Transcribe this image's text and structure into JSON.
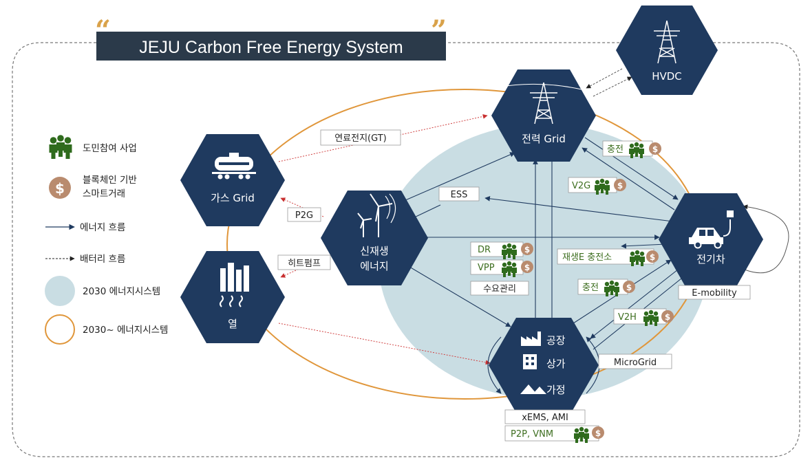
{
  "title": "JEJU Carbon Free Energy System",
  "colors": {
    "hex_fill": "#1f3a5f",
    "title_bg": "#2b3a4a",
    "ellipse_fill": "#c9dde3",
    "orange": "#e0963a",
    "green": "#2f6b1d",
    "coin": "#b98b6e",
    "flow_blue": "#1f3a5f",
    "red_dotted": "#d04040"
  },
  "nodes": {
    "hvdc": "HVDC",
    "power_grid": "전력 Grid",
    "gas_grid": "가스 Grid",
    "renewable_line1": "신재생",
    "renewable_line2": "에너지",
    "heat": "열",
    "ev": "전기차",
    "factory": "공장",
    "commerce": "상가",
    "home": "가정"
  },
  "labels": {
    "fuel_cell": "연료전지(GT)",
    "p2g": "P2G",
    "heat_pump": "히트펌프",
    "ess": "ESS",
    "demand_mgmt": "수요관리",
    "emobility": "E-mobility",
    "microgrid": "MicroGrid",
    "xems": "xEMS, AMI"
  },
  "green_tags": {
    "charge_top": "충전",
    "v2g": "V2G",
    "dr": "DR",
    "vpp": "VPP",
    "re_charging": "재생E 충전소",
    "charge_mid": "충전",
    "v2h": "V2H",
    "p2p": "P2P, VNM"
  },
  "legend": {
    "citizen": "도민참여 사업",
    "blockchain_1": "블록체인 기반",
    "blockchain_2": "스마트거래",
    "energy_flow": "에너지 흐름",
    "battery_flow": "배터리 흐름",
    "system_2030": "2030 에너지시스템",
    "system_after": "2030~ 에너지시스템"
  }
}
